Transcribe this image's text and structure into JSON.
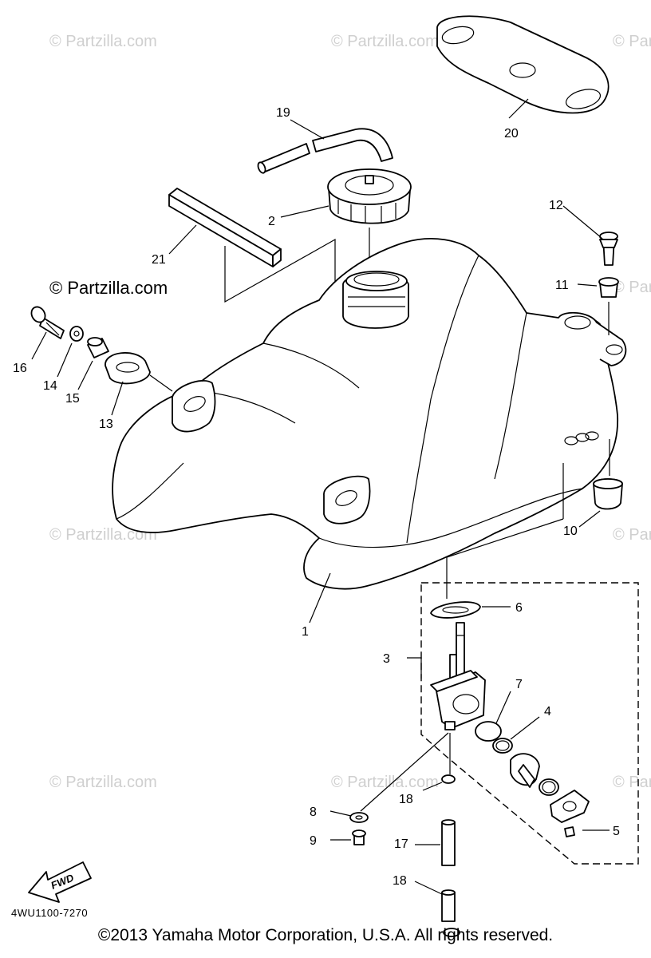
{
  "watermarks": {
    "faint": "© Partzilla.com",
    "dark": "© Partzilla.com"
  },
  "callouts": {
    "c1": "1",
    "c2": "2",
    "c3": "3",
    "c4": "4",
    "c5": "5",
    "c6": "6",
    "c7": "7",
    "c8": "8",
    "c9": "9",
    "c10": "10",
    "c11": "11",
    "c12": "12",
    "c13": "13",
    "c14": "14",
    "c15": "15",
    "c16": "16",
    "c17": "17",
    "c18a": "18",
    "c18b": "18",
    "c19": "19",
    "c20": "20",
    "c21": "21"
  },
  "fwd_badge": "FWD",
  "diagram_code": "4WU1100-7270",
  "copyright": "©2013  Yamaha Motor Corporation, U.S.A. All rights reserved."
}
